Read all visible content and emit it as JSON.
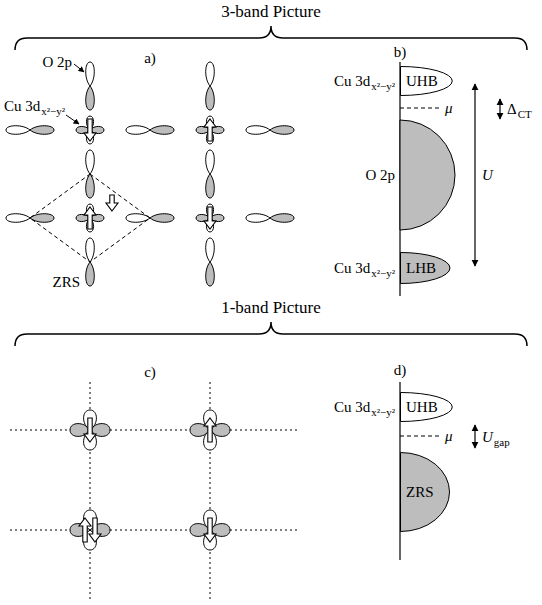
{
  "diagram": {
    "nodes": [
      {
        "text": [
          "UHB"
        ]
      },
      {
        "text": [
          "LHB"
        ]
      },
      {
        "text": [
          "UHB"
        ]
      },
      {
        "text": [
          "ZRS"
        ]
      }
    ],
    "labels": [
      "3-band Picture",
      "a)",
      "b)",
      "O 2p",
      "Cu 3d",
      "x²−y²",
      "ZRS",
      "Cu 3d",
      "x²−y²",
      "μ",
      "Δ",
      "CT",
      "O 2p",
      "U",
      "Cu 3d",
      "x²−y²",
      "1-band Picture",
      "c)",
      "d)",
      "Cu 3d",
      "x²−y²",
      "μ",
      "U",
      "gap"
    ]
  }
}
